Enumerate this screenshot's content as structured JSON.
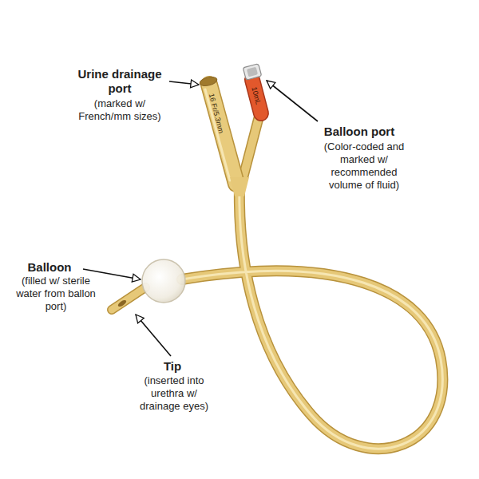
{
  "diagram": {
    "labels": [
      "Urine drainage port",
      "(marked w/ French/mm sizes)",
      "Balloon port",
      "(Color-coded and marked w/ recommended volume of fluid)",
      "Balloon",
      "(filled w/ sterile water from ballon port)",
      "Tip",
      "(inserted into urethra w/ drainage eyes)",
      "16 Fr/5.3mm",
      "10mL"
    ]
  }
}
